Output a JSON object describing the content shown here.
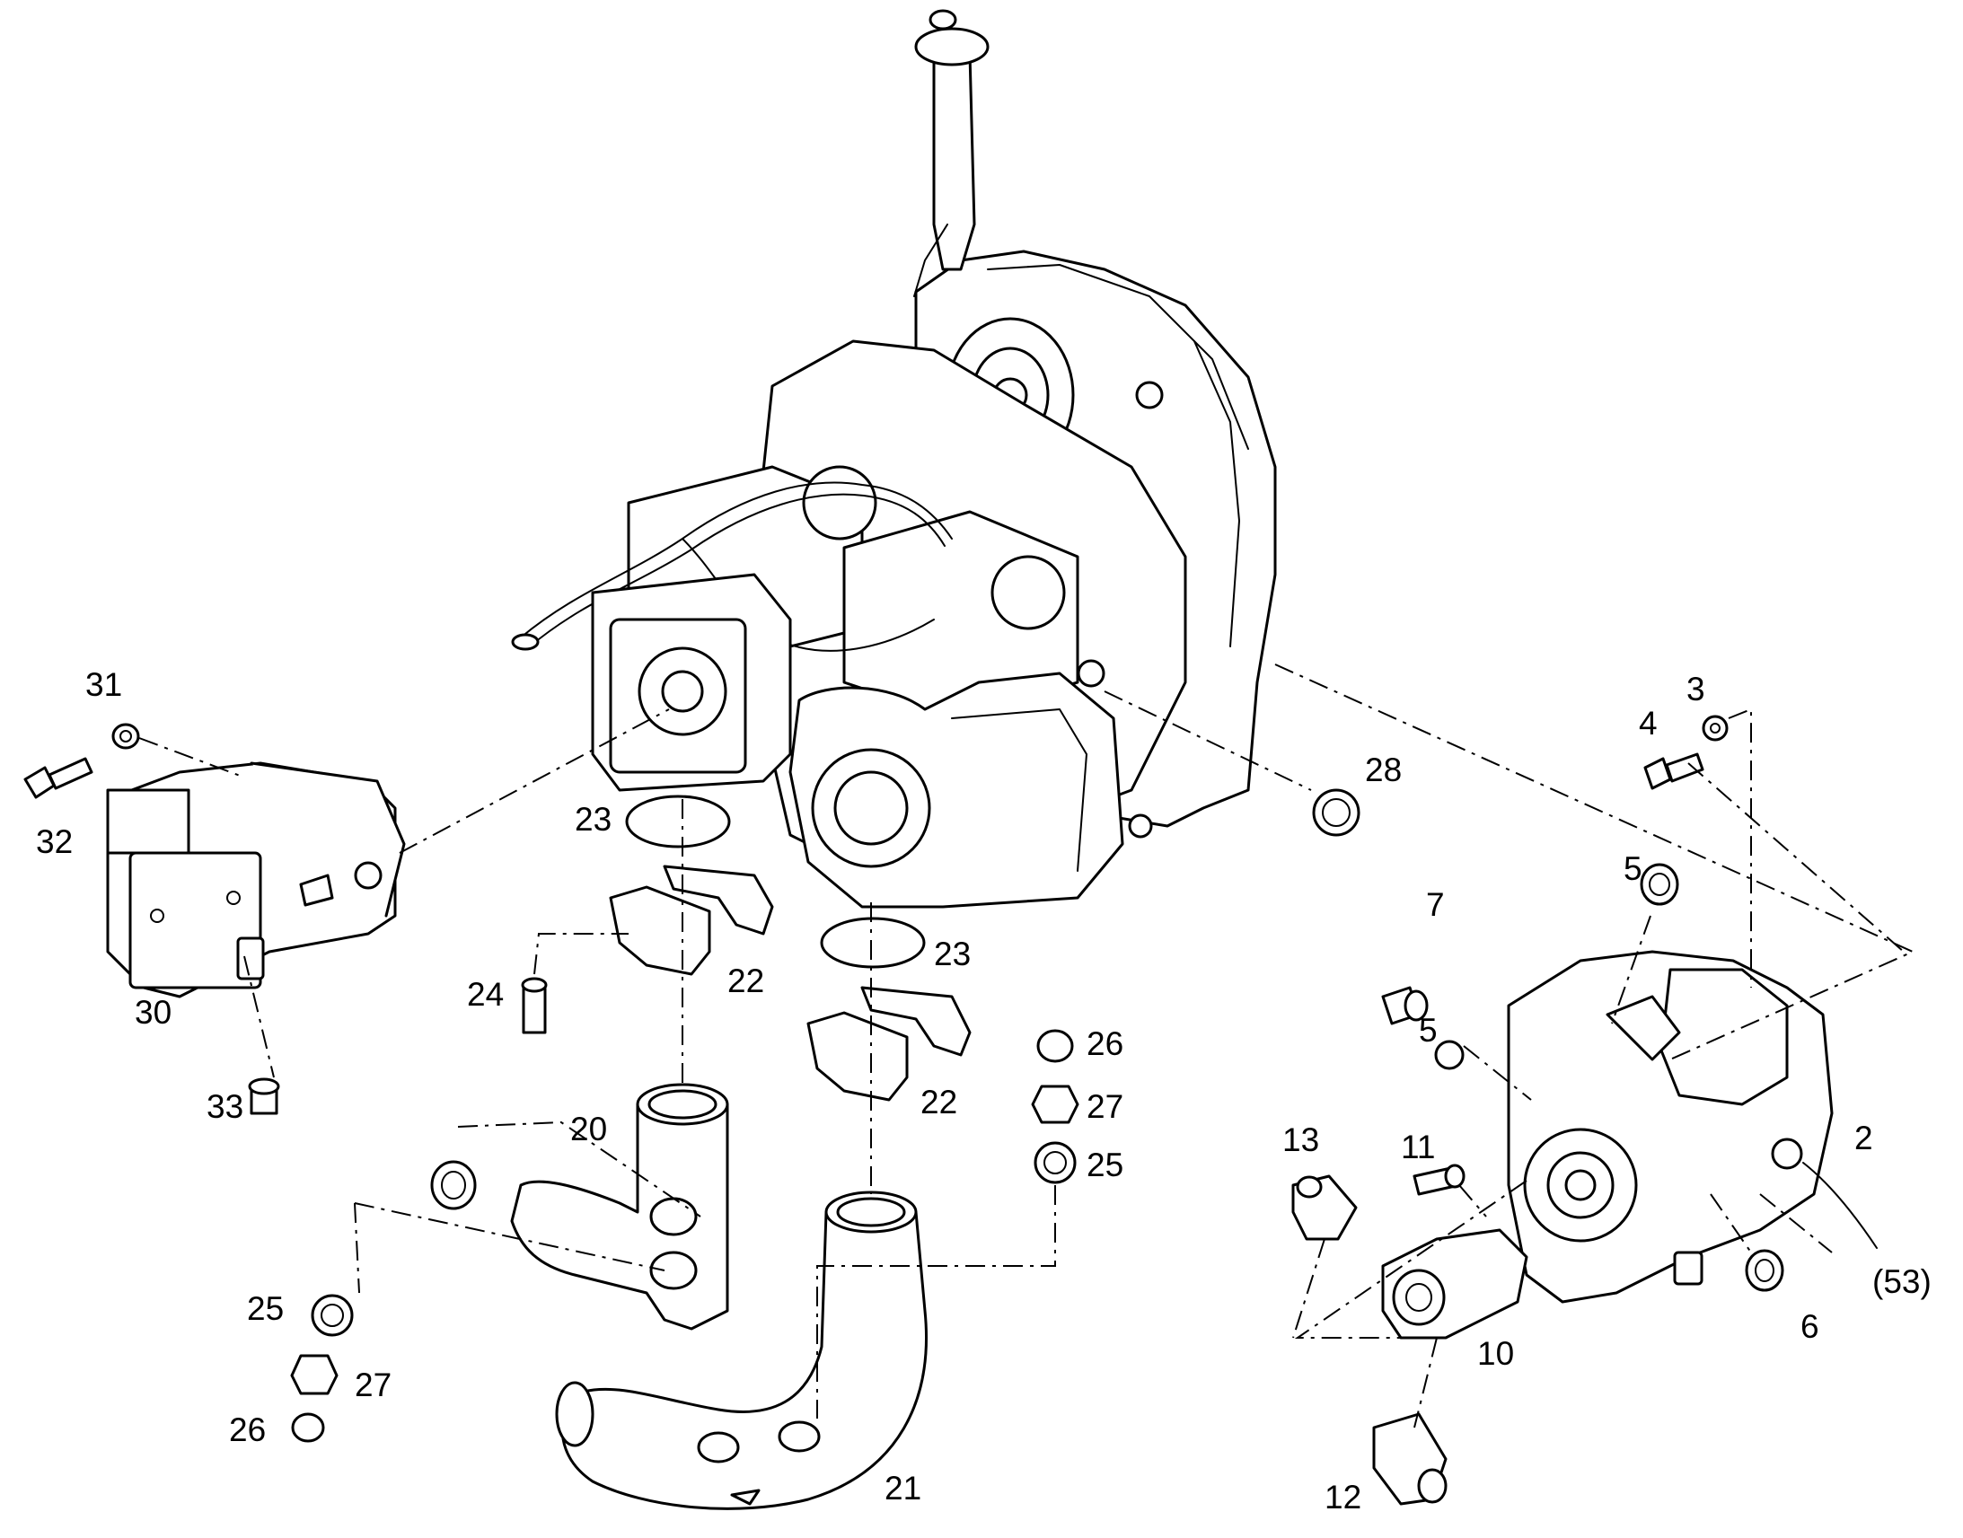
{
  "diagram": {
    "callouts": [
      {
        "id": "c31",
        "label": "31"
      },
      {
        "id": "c32",
        "label": "32"
      },
      {
        "id": "c30",
        "label": "30"
      },
      {
        "id": "c33",
        "label": "33"
      },
      {
        "id": "c23a",
        "label": "23"
      },
      {
        "id": "c24",
        "label": "24"
      },
      {
        "id": "c22a",
        "label": "22"
      },
      {
        "id": "c23b",
        "label": "23"
      },
      {
        "id": "c22b",
        "label": "22"
      },
      {
        "id": "c20",
        "label": "20"
      },
      {
        "id": "c26a",
        "label": "26"
      },
      {
        "id": "c27a",
        "label": "27"
      },
      {
        "id": "c25a",
        "label": "25"
      },
      {
        "id": "c25b",
        "label": "25"
      },
      {
        "id": "c27b",
        "label": "27"
      },
      {
        "id": "c26b",
        "label": "26"
      },
      {
        "id": "c21",
        "label": "21"
      },
      {
        "id": "c28",
        "label": "28"
      },
      {
        "id": "c3",
        "label": "3"
      },
      {
        "id": "c4",
        "label": "4"
      },
      {
        "id": "c5a",
        "label": "5"
      },
      {
        "id": "c7",
        "label": "7"
      },
      {
        "id": "c5b",
        "label": "5"
      },
      {
        "id": "c2",
        "label": "2"
      },
      {
        "id": "c53",
        "label": "(53)"
      },
      {
        "id": "c6",
        "label": "6"
      },
      {
        "id": "c13",
        "label": "13"
      },
      {
        "id": "c11",
        "label": "11"
      },
      {
        "id": "c10",
        "label": "10"
      },
      {
        "id": "c12",
        "label": "12"
      }
    ]
  }
}
